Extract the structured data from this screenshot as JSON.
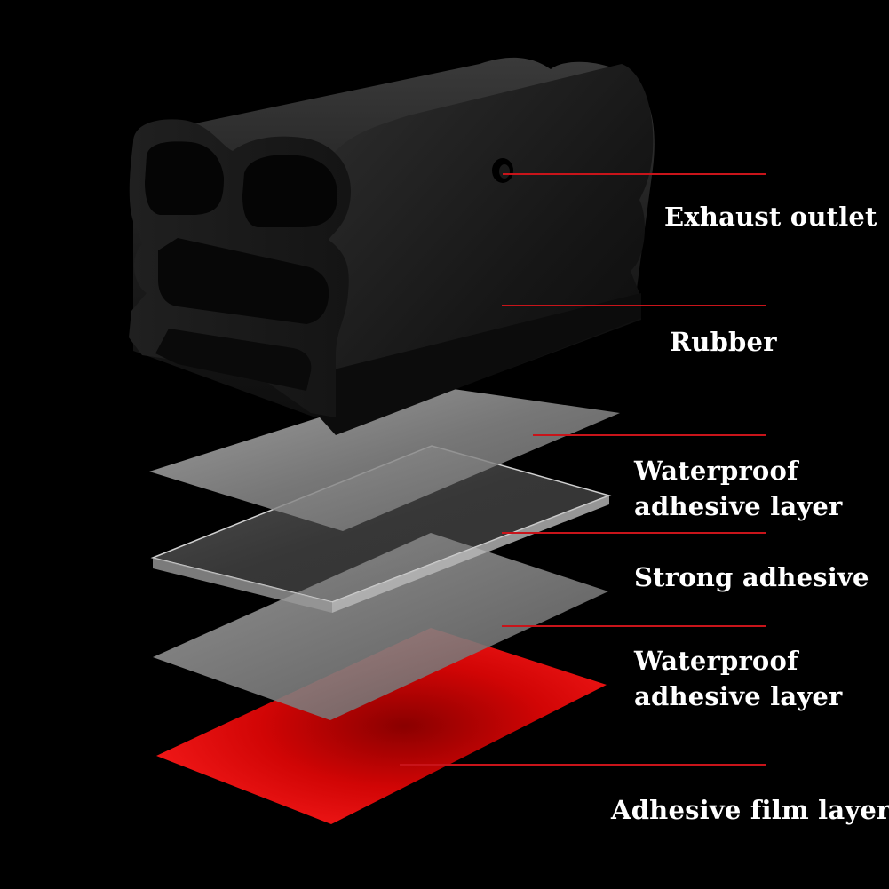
{
  "labels": {
    "exhaust_outlet": "Exhaust outlet",
    "rubber": "Rubber",
    "waterproof_top": [
      "Waterproof",
      "adhesive layer"
    ],
    "strong_adhesive": "Strong adhesive",
    "waterproof_bottom": [
      "Waterproof",
      "adhesive layer"
    ],
    "adhesive_film": "Adhesive film layer"
  },
  "colors": {
    "background": "#000000",
    "leader_line": "#c8141a",
    "label_text": "#ffffff",
    "rubber": "#1a1a1a",
    "film_red": "#ff1a1a",
    "glass_grey": "#8a8a8a"
  },
  "icons": [
    "rubber-seal-strip",
    "exhaust-hole",
    "layer-sheet"
  ]
}
